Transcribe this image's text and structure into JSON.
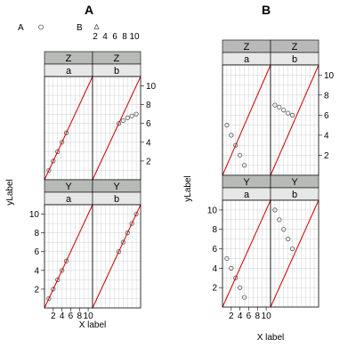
{
  "chart_data": {
    "type": "scatter",
    "legend": {
      "placement": "top",
      "entries": [
        {
          "label": "A",
          "symbol": "circle"
        },
        {
          "label": "B",
          "symbol": "triangle"
        }
      ]
    },
    "legend_x_ticks": [
      "2",
      "4",
      "6",
      "8",
      "10"
    ],
    "panels": [
      {
        "title": "A",
        "xlabel": "X label",
        "ylabel": "yLabel",
        "xlim": [
          0,
          11
        ],
        "ylim": [
          0,
          11
        ],
        "x_ticks": [
          2,
          4,
          6,
          8,
          10
        ],
        "y_ticks": [
          2,
          4,
          6,
          8,
          10
        ],
        "grid": true,
        "cells": [
          {
            "outer": "Z",
            "inner": "a",
            "row": 0,
            "col": 0,
            "points": [
              {
                "x": 1,
                "y": 1
              },
              {
                "x": 2,
                "y": 2
              },
              {
                "x": 3,
                "y": 3
              },
              {
                "x": 4,
                "y": 4
              },
              {
                "x": 5,
                "y": 5
              }
            ]
          },
          {
            "outer": "Z",
            "inner": "b",
            "row": 0,
            "col": 1,
            "points": [
              {
                "x": 6,
                "y": 6
              },
              {
                "x": 7,
                "y": 6.3
              },
              {
                "x": 8,
                "y": 6.6
              },
              {
                "x": 9,
                "y": 6.8
              },
              {
                "x": 10,
                "y": 7
              }
            ]
          },
          {
            "outer": "Y",
            "inner": "a",
            "row": 1,
            "col": 0,
            "points": [
              {
                "x": 1,
                "y": 1
              },
              {
                "x": 2,
                "y": 2
              },
              {
                "x": 3,
                "y": 3
              },
              {
                "x": 4,
                "y": 4
              },
              {
                "x": 5,
                "y": 5
              }
            ]
          },
          {
            "outer": "Y",
            "inner": "b",
            "row": 1,
            "col": 1,
            "points": [
              {
                "x": 6,
                "y": 6
              },
              {
                "x": 7,
                "y": 7
              },
              {
                "x": 8,
                "y": 8
              },
              {
                "x": 9,
                "y": 9
              },
              {
                "x": 10,
                "y": 10
              }
            ]
          }
        ]
      },
      {
        "title": "B",
        "xlabel": "X label",
        "ylabel": "yLabel",
        "xlim": [
          0,
          11
        ],
        "ylim": [
          0,
          11
        ],
        "x_ticks": [
          2,
          4,
          6,
          8,
          10
        ],
        "y_ticks": [
          2,
          4,
          6,
          8,
          10
        ],
        "grid": true,
        "cells": [
          {
            "outer": "Z",
            "inner": "a",
            "row": 0,
            "col": 0,
            "points": [
              {
                "x": 1,
                "y": 5
              },
              {
                "x": 2,
                "y": 4
              },
              {
                "x": 3,
                "y": 3
              },
              {
                "x": 4,
                "y": 2
              },
              {
                "x": 5,
                "y": 1
              }
            ]
          },
          {
            "outer": "Z",
            "inner": "b",
            "row": 0,
            "col": 1,
            "points": [
              {
                "x": 1,
                "y": 7
              },
              {
                "x": 2,
                "y": 6.8
              },
              {
                "x": 3,
                "y": 6.5
              },
              {
                "x": 4,
                "y": 6.2
              },
              {
                "x": 5,
                "y": 6
              }
            ]
          },
          {
            "outer": "Y",
            "inner": "a",
            "row": 1,
            "col": 0,
            "points": [
              {
                "x": 1,
                "y": 5
              },
              {
                "x": 2,
                "y": 4
              },
              {
                "x": 3,
                "y": 3
              },
              {
                "x": 4,
                "y": 2
              },
              {
                "x": 5,
                "y": 1
              }
            ]
          },
          {
            "outer": "Y",
            "inner": "b",
            "row": 1,
            "col": 1,
            "points": [
              {
                "x": 1,
                "y": 10
              },
              {
                "x": 2,
                "y": 9
              },
              {
                "x": 3,
                "y": 8
              },
              {
                "x": 4,
                "y": 7
              },
              {
                "x": 5,
                "y": 6
              }
            ]
          }
        ]
      }
    ]
  },
  "colors": {
    "background": "#ffffff",
    "outer_strip": "#b8bab8",
    "inner_strip": "#e6e7e6",
    "grid": "#d0d0d0",
    "frame": "#000000",
    "line": "#cc0000",
    "point": "#555555"
  }
}
